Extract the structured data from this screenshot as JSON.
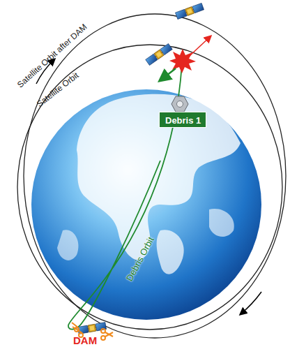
{
  "diagram": {
    "nodes": [
      {
        "text": [
          "Debris 1"
        ]
      }
    ],
    "labels": [
      "Satellite Orbit after DAM",
      "Satellite Orbit",
      "Debris Orbit",
      "DAM"
    ]
  }
}
